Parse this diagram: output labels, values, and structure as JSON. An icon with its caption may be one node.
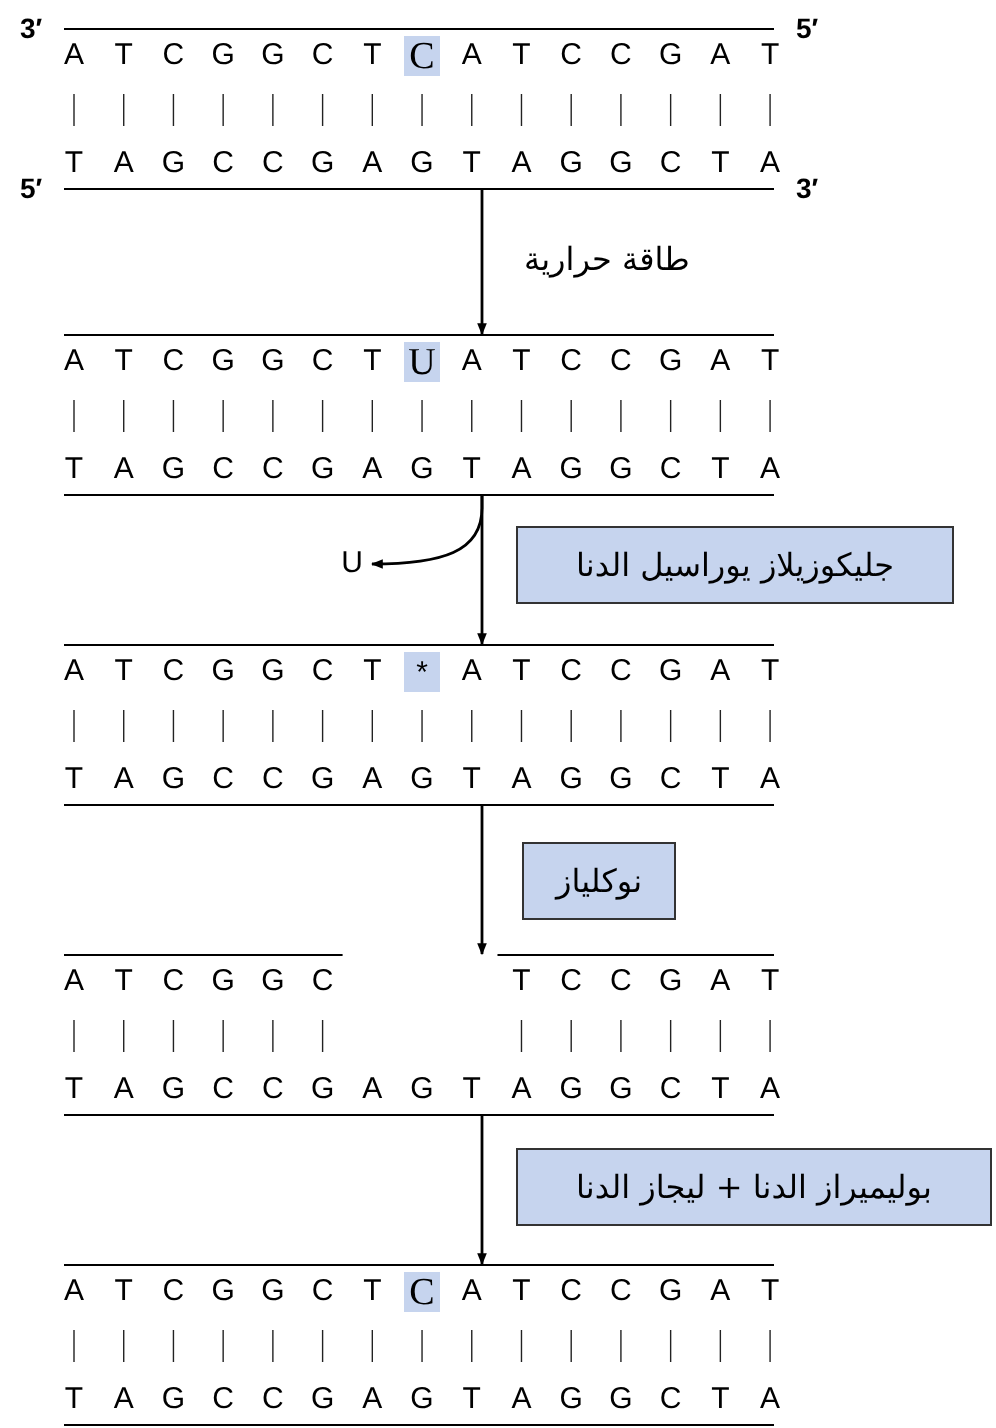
{
  "diagram": {
    "nodes": [
      {
        "text": [
          "A",
          "T",
          "C",
          "G",
          "G",
          "C",
          "T",
          "C",
          "A",
          "T",
          "C",
          "C",
          "G",
          "A",
          "T",
          "T",
          "A",
          "G",
          "C",
          "C",
          "G",
          "A",
          "G",
          "T",
          "A",
          "G",
          "G",
          "C",
          "T",
          "A"
        ]
      },
      {
        "text": [
          "A",
          "T",
          "C",
          "G",
          "G",
          "C",
          "T",
          "U",
          "A",
          "T",
          "C",
          "C",
          "G",
          "A",
          "T",
          "T",
          "A",
          "G",
          "C",
          "C",
          "G",
          "A",
          "G",
          "T",
          "A",
          "G",
          "G",
          "C",
          "T",
          "A"
        ]
      },
      {
        "text": [
          "U"
        ]
      },
      {
        "text": [
          "جليكوزيلاز يوراسيل الدنا"
        ]
      },
      {
        "text": [
          "A",
          "T",
          "C",
          "G",
          "G",
          "C",
          "T",
          "*",
          "A",
          "T",
          "C",
          "C",
          "G",
          "A",
          "T",
          "T",
          "A",
          "G",
          "C",
          "C",
          "G",
          "A",
          "G",
          "T",
          "A",
          "G",
          "G",
          "C",
          "T",
          "A"
        ]
      },
      {
        "text": [
          "نوكلياز"
        ]
      },
      {
        "text": [
          "A",
          "T",
          "C",
          "G",
          "G",
          "C",
          "T",
          "C",
          "C",
          "G",
          "A",
          "T",
          "T",
          "A",
          "G",
          "C",
          "C",
          "G",
          "A",
          "G",
          "T",
          "A",
          "G",
          "G",
          "C",
          "T",
          "A"
        ]
      },
      {
        "text": [
          "بوليميراز الدنا + ليجاز الدنا"
        ]
      },
      {
        "text": [
          "A",
          "T",
          "C",
          "G",
          "G",
          "C",
          "T",
          "C",
          "A",
          "T",
          "C",
          "C",
          "G",
          "A",
          "T",
          "T",
          "A",
          "G",
          "C",
          "C",
          "G",
          "A",
          "G",
          "T",
          "A",
          "G",
          "G",
          "C",
          "T",
          "A"
        ]
      }
    ],
    "edges": [
      {
        "from": 0,
        "to": 1,
        "arrow": "to",
        "label": "طاقة حرارية"
      },
      {
        "from": 1,
        "to": 4,
        "arrow": "to"
      },
      {
        "from": 1,
        "to": 2,
        "arrow": "to"
      },
      {
        "from": 4,
        "to": 6,
        "arrow": "to"
      },
      {
        "from": 6,
        "to": 8,
        "arrow": "to"
      }
    ],
    "labels": [
      "3′",
      "5′",
      "5′",
      "3′"
    ]
  }
}
